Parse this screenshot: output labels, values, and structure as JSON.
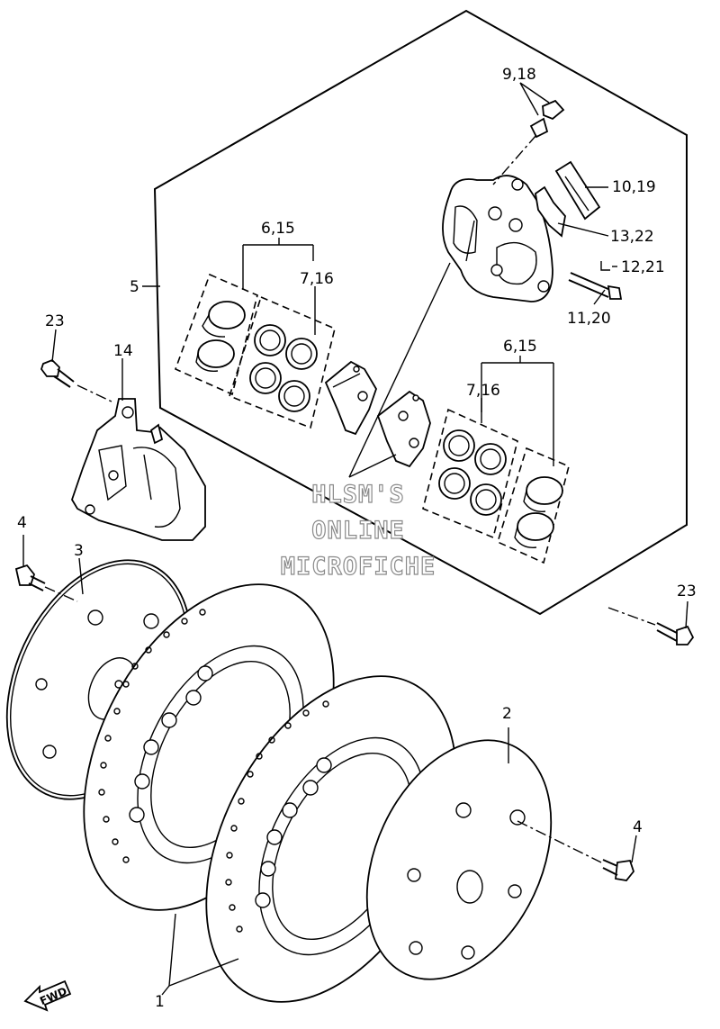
{
  "callouts": {
    "c1": "1",
    "c2": "2",
    "c3": "3",
    "c4a": "4",
    "c4b": "4",
    "c5": "5",
    "c6_15a": "6,15",
    "c6_15b": "6,15",
    "c7_16a": "7,16",
    "c7_16b": "7,16",
    "c9_18": "9,18",
    "c10_19": "10,19",
    "c11_20": "11,20",
    "c12_21": "12,21",
    "c13_22": "13,22",
    "c14": "14",
    "c23a": "23",
    "c23b": "23"
  },
  "watermark": {
    "line1": "HLSM'S",
    "line2": "ONLINE",
    "line3": "MICROFICHE"
  },
  "fwd_badge": "FWD"
}
